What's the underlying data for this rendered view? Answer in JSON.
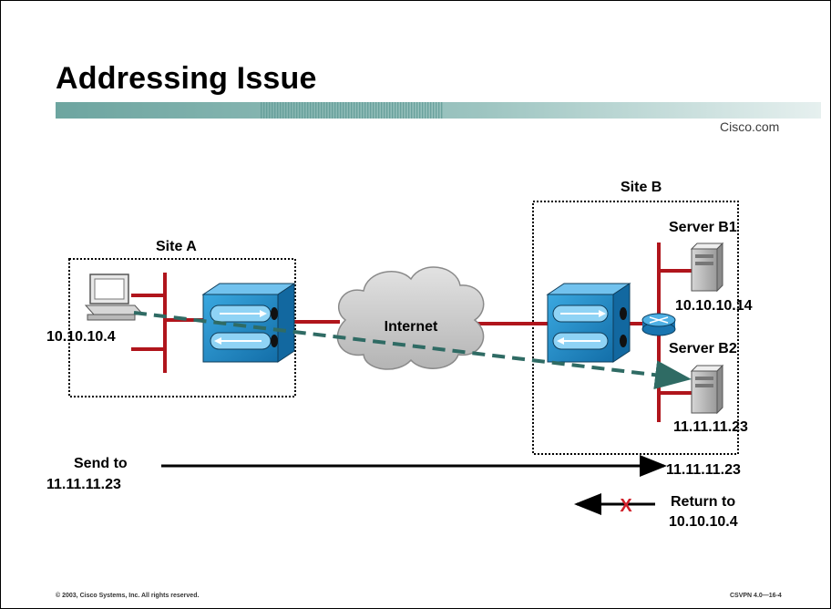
{
  "title": "Addressing Issue",
  "brand": "Cisco.com",
  "site_a": {
    "label": "Site A",
    "host_ip": "10.10.10.4"
  },
  "site_b": {
    "label": "Site B",
    "server_b1": {
      "label": "Server B1",
      "ip": "10.10.10.14"
    },
    "server_b2": {
      "label": "Server B2",
      "ip": "11.11.11.23"
    }
  },
  "internet_label": "Internet",
  "send": {
    "label": "Send to",
    "ip": "11.11.11.23",
    "dest_ip": "11.11.11.23"
  },
  "return": {
    "label": "Return to",
    "ip": "10.10.10.4",
    "blocked_mark": "X"
  },
  "footer": {
    "copyright": "© 2003, Cisco Systems, Inc. All rights reserved.",
    "course": "CSVPN 4.0—16-4"
  },
  "colors": {
    "segment_red": "#b0151c",
    "tunnel_dash": "#2f6b64",
    "blocked_red": "#d0202a",
    "firewall_blue": "#1f8fd0",
    "cloud_grey": "#c8c8c8"
  }
}
